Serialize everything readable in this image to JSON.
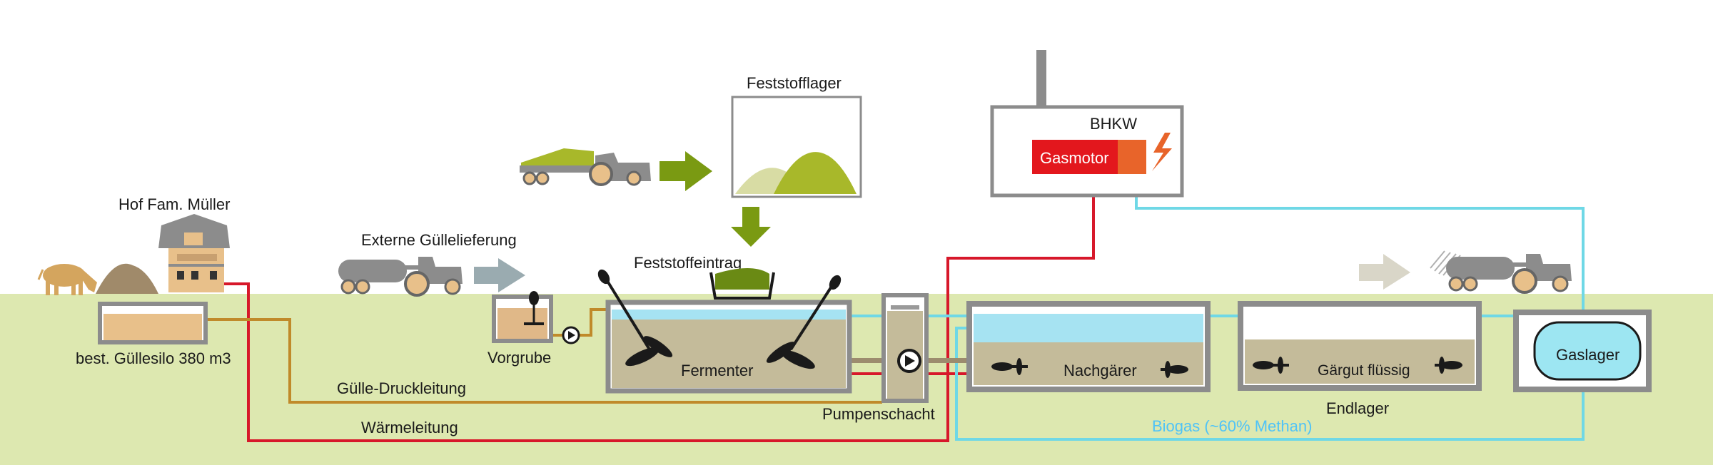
{
  "labels": {
    "hof": "Hof Fam. Müller",
    "guellesilo": "best. Güllesilo 380 m3",
    "externe": "Externe Güllelieferung",
    "vorgrube": "Vorgrube",
    "feststofflager": "Feststofflager",
    "feststoffeintrag": "Feststoffeintrag",
    "fermenter": "Fermenter",
    "pumpenschacht": "Pumpenschacht",
    "nachgaerer": "Nachgärer",
    "gaergut": "Gärgut flüssig",
    "endlager": "Endlager",
    "gaslager": "Gaslager",
    "bhkw": "BHKW",
    "gasmotor": "Gasmotor",
    "druckleitung": "Gülle-Druckleitung",
    "waermeleitung": "Wärmeleitung",
    "biogas": "Biogas (~60% Methan)"
  },
  "colors": {
    "ground": "#dde8b0",
    "tank_frame": "#8c8c8c",
    "slurry": "#c4bb9a",
    "water_blue": "#a6e3f2",
    "gas_line": "#6fd8e6",
    "heat_line": "#d7182a",
    "slurry_line": "#c08a2a",
    "gasmotor_red": "#e3171d",
    "generator_orange": "#e8642a",
    "arrow_green": "#7a9a12",
    "arrow_grey": "#9aabb0",
    "biomass_green": "#a8b82a"
  },
  "icons": [
    "cow-icon",
    "house-icon",
    "tractor-tanker-icon",
    "tractor-trailer-icon",
    "agitator-icon",
    "pump-icon",
    "lightning-icon",
    "chimney-icon"
  ]
}
